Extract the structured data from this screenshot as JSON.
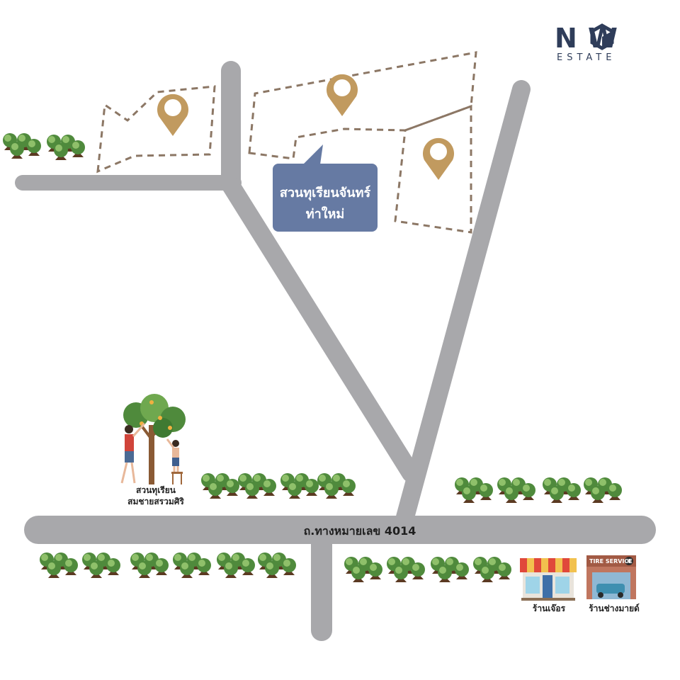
{
  "logo": {
    "top": "N W",
    "bottom": "ESTATE"
  },
  "callout": {
    "line1": "สวนทุเรียนจันทร์",
    "line2": "ท่าใหม่"
  },
  "road_label": "ถ.ทางหมายเลข 4014",
  "garden_label": {
    "line1": "สวนทุเรียน",
    "line2": "สมชายสรวมศิริ"
  },
  "shops": [
    {
      "label": "ร้านเจ๊อร"
    },
    {
      "label": "ร้านช่างมายด์",
      "sign": "TIRE SERVICE"
    }
  ],
  "colors": {
    "road": "#a8a8ab",
    "plot_outline": "#8c7765",
    "pin": "#c19a5f",
    "callout": "#667aa3",
    "tree_dark": "#4f8a3c",
    "tree_light": "#8fc06a",
    "trunk": "#5b3a22",
    "logo": "#2f3d5a"
  },
  "icons": [
    "location-pin-icon",
    "tree-cluster-icon",
    "shop-icon",
    "tire-shop-icon",
    "fruit-tree-icon"
  ]
}
